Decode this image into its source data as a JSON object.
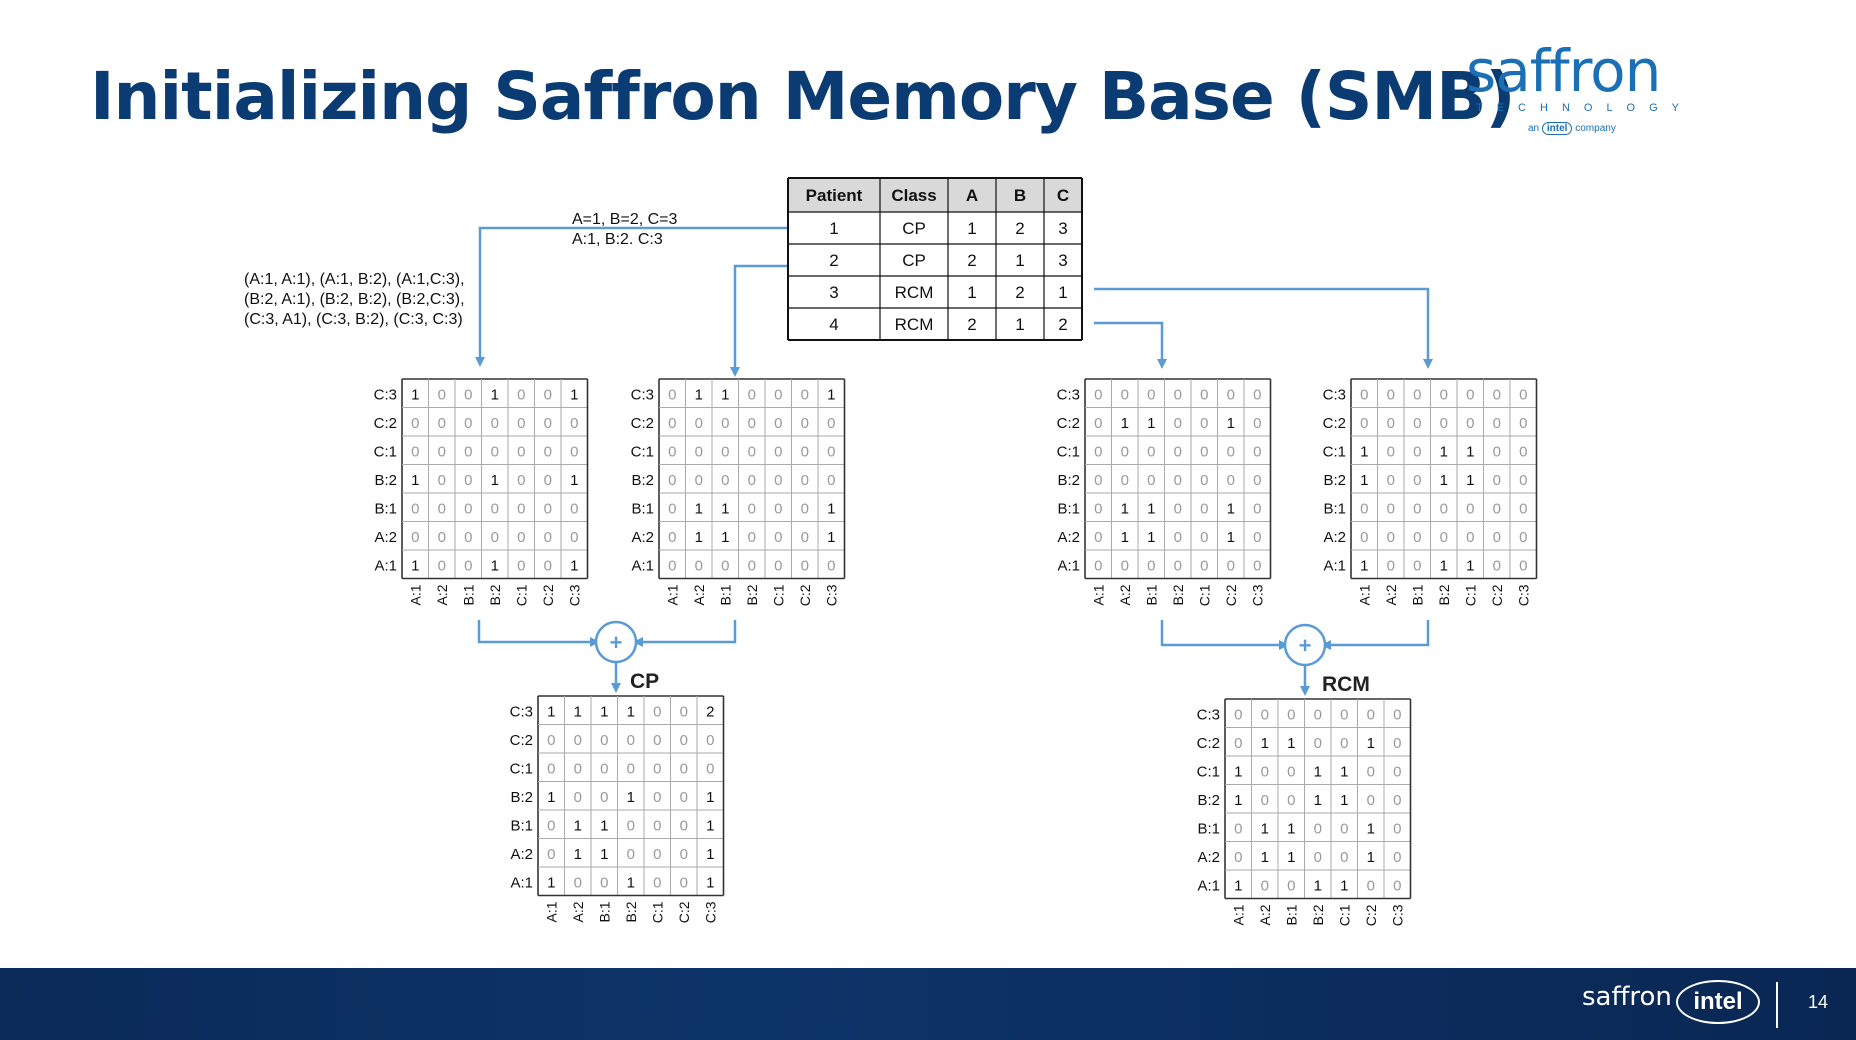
{
  "slide": {
    "title": "Initializing Saffron Memory Base (SMB)",
    "page_number": "14"
  },
  "logo": {
    "word": "saffron",
    "sub": "TECHNOLOGY",
    "tag_prefix": "an",
    "tag_brand": "intel",
    "tag_suffix": "company"
  },
  "footer": {
    "saffron": "saffron",
    "intel": "intel"
  },
  "table": {
    "headers": [
      "Patient",
      "Class",
      "A",
      "B",
      "C"
    ],
    "rows": [
      [
        "1",
        "CP",
        "1",
        "2",
        "3"
      ],
      [
        "2",
        "CP",
        "2",
        "1",
        "3"
      ],
      [
        "3",
        "RCM",
        "1",
        "2",
        "1"
      ],
      [
        "4",
        "RCM",
        "2",
        "1",
        "2"
      ]
    ]
  },
  "annotations": {
    "arrow_label_1": "A=1, B=2, C=3",
    "arrow_label_2": "A:1, B:2. C:3",
    "pairs_1": "(A:1, A:1), (A:1, B:2), (A:1,C:3),",
    "pairs_2": "(B:2, A:1), (B:2, B:2), (B:2,C:3),",
    "pairs_3": "(C:3, A1), (C:3, B:2), (C:3, C:3)"
  },
  "matrix_labels": {
    "rows": [
      "C:3",
      "C:2",
      "C:1",
      "B:2",
      "B:1",
      "A:2",
      "A:1"
    ],
    "cols": [
      "A:1",
      "A:2",
      "B:1",
      "B:2",
      "C:1",
      "C:2",
      "C:3"
    ]
  },
  "operator": "+",
  "matrices": [
    {
      "id": "patient-1",
      "label": "",
      "values": [
        [
          1,
          0,
          0,
          1,
          0,
          0,
          1
        ],
        [
          0,
          0,
          0,
          0,
          0,
          0,
          0
        ],
        [
          0,
          0,
          0,
          0,
          0,
          0,
          0
        ],
        [
          1,
          0,
          0,
          1,
          0,
          0,
          1
        ],
        [
          0,
          0,
          0,
          0,
          0,
          0,
          0
        ],
        [
          0,
          0,
          0,
          0,
          0,
          0,
          0
        ],
        [
          1,
          0,
          0,
          1,
          0,
          0,
          1
        ]
      ]
    },
    {
      "id": "patient-2",
      "label": "",
      "values": [
        [
          0,
          1,
          1,
          0,
          0,
          0,
          1
        ],
        [
          0,
          0,
          0,
          0,
          0,
          0,
          0
        ],
        [
          0,
          0,
          0,
          0,
          0,
          0,
          0
        ],
        [
          0,
          0,
          0,
          0,
          0,
          0,
          0
        ],
        [
          0,
          1,
          1,
          0,
          0,
          0,
          1
        ],
        [
          0,
          1,
          1,
          0,
          0,
          0,
          1
        ],
        [
          0,
          0,
          0,
          0,
          0,
          0,
          0
        ]
      ]
    },
    {
      "id": "patient-4",
      "label": "",
      "values": [
        [
          0,
          0,
          0,
          0,
          0,
          0,
          0
        ],
        [
          0,
          1,
          1,
          0,
          0,
          1,
          0
        ],
        [
          0,
          0,
          0,
          0,
          0,
          0,
          0
        ],
        [
          0,
          0,
          0,
          0,
          0,
          0,
          0
        ],
        [
          0,
          1,
          1,
          0,
          0,
          1,
          0
        ],
        [
          0,
          1,
          1,
          0,
          0,
          1,
          0
        ],
        [
          0,
          0,
          0,
          0,
          0,
          0,
          0
        ]
      ]
    },
    {
      "id": "patient-3",
      "label": "",
      "values": [
        [
          0,
          0,
          0,
          0,
          0,
          0,
          0
        ],
        [
          0,
          0,
          0,
          0,
          0,
          0,
          0
        ],
        [
          1,
          0,
          0,
          1,
          1,
          0,
          0
        ],
        [
          1,
          0,
          0,
          1,
          1,
          0,
          0
        ],
        [
          0,
          0,
          0,
          0,
          0,
          0,
          0
        ],
        [
          0,
          0,
          0,
          0,
          0,
          0,
          0
        ],
        [
          1,
          0,
          0,
          1,
          1,
          0,
          0
        ]
      ]
    },
    {
      "id": "cp-sum",
      "label": "CP",
      "values": [
        [
          1,
          1,
          1,
          1,
          0,
          0,
          2
        ],
        [
          0,
          0,
          0,
          0,
          0,
          0,
          0
        ],
        [
          0,
          0,
          0,
          0,
          0,
          0,
          0
        ],
        [
          1,
          0,
          0,
          1,
          0,
          0,
          1
        ],
        [
          0,
          1,
          1,
          0,
          0,
          0,
          1
        ],
        [
          0,
          1,
          1,
          0,
          0,
          0,
          1
        ],
        [
          1,
          0,
          0,
          1,
          0,
          0,
          1
        ]
      ]
    },
    {
      "id": "rcm-sum",
      "label": "RCM",
      "values": [
        [
          0,
          0,
          0,
          0,
          0,
          0,
          0
        ],
        [
          0,
          1,
          1,
          0,
          0,
          1,
          0
        ],
        [
          1,
          0,
          0,
          1,
          1,
          0,
          0
        ],
        [
          1,
          0,
          0,
          1,
          1,
          0,
          0
        ],
        [
          0,
          1,
          1,
          0,
          0,
          1,
          0
        ],
        [
          0,
          1,
          1,
          0,
          0,
          1,
          0
        ],
        [
          1,
          0,
          0,
          1,
          1,
          0,
          0
        ]
      ]
    }
  ],
  "colors": {
    "title": "#0b3b73",
    "arrow": "#5b9bd5",
    "zero_text": "#9a9a9a",
    "one_text": "#111111",
    "footer": "#0b2d5e"
  }
}
